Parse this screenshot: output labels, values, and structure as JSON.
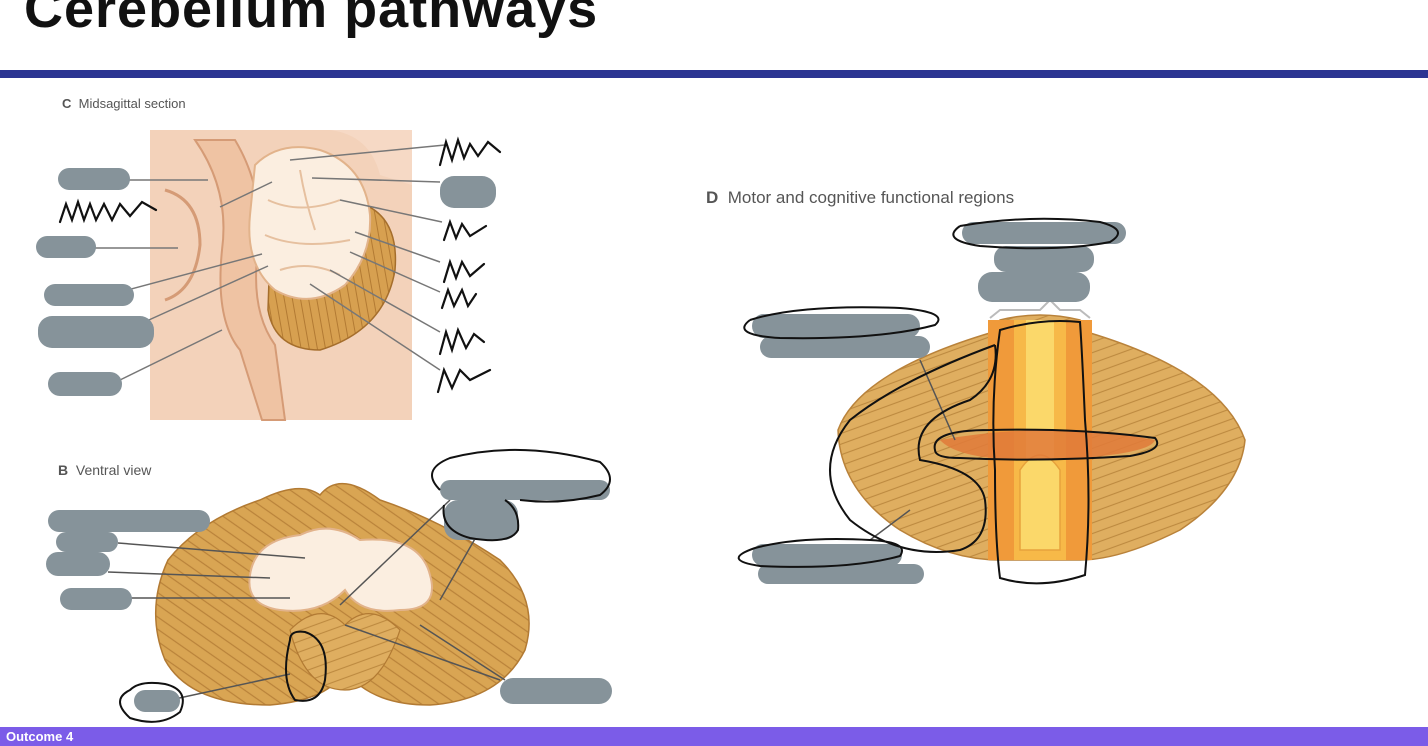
{
  "slide": {
    "title": "Cerebellum pathways",
    "footer": "Outcome 4"
  },
  "figures": {
    "midsagittal": {
      "letter": "C",
      "caption": "Midsagittal section"
    },
    "ventral": {
      "letter": "B",
      "caption": "Ventral view"
    },
    "functional": {
      "letter": "D",
      "caption": "Motor and cognitive functional regions"
    }
  },
  "colors": {
    "title_rule": "#2b3592",
    "footer_bar": "#7b5ce8",
    "redaction": "#86939a",
    "cerebellum": "#d9a553",
    "white_matter": "#fbeee0",
    "vermis": "#f09a3a",
    "central_stripe": "#fbd86a"
  }
}
